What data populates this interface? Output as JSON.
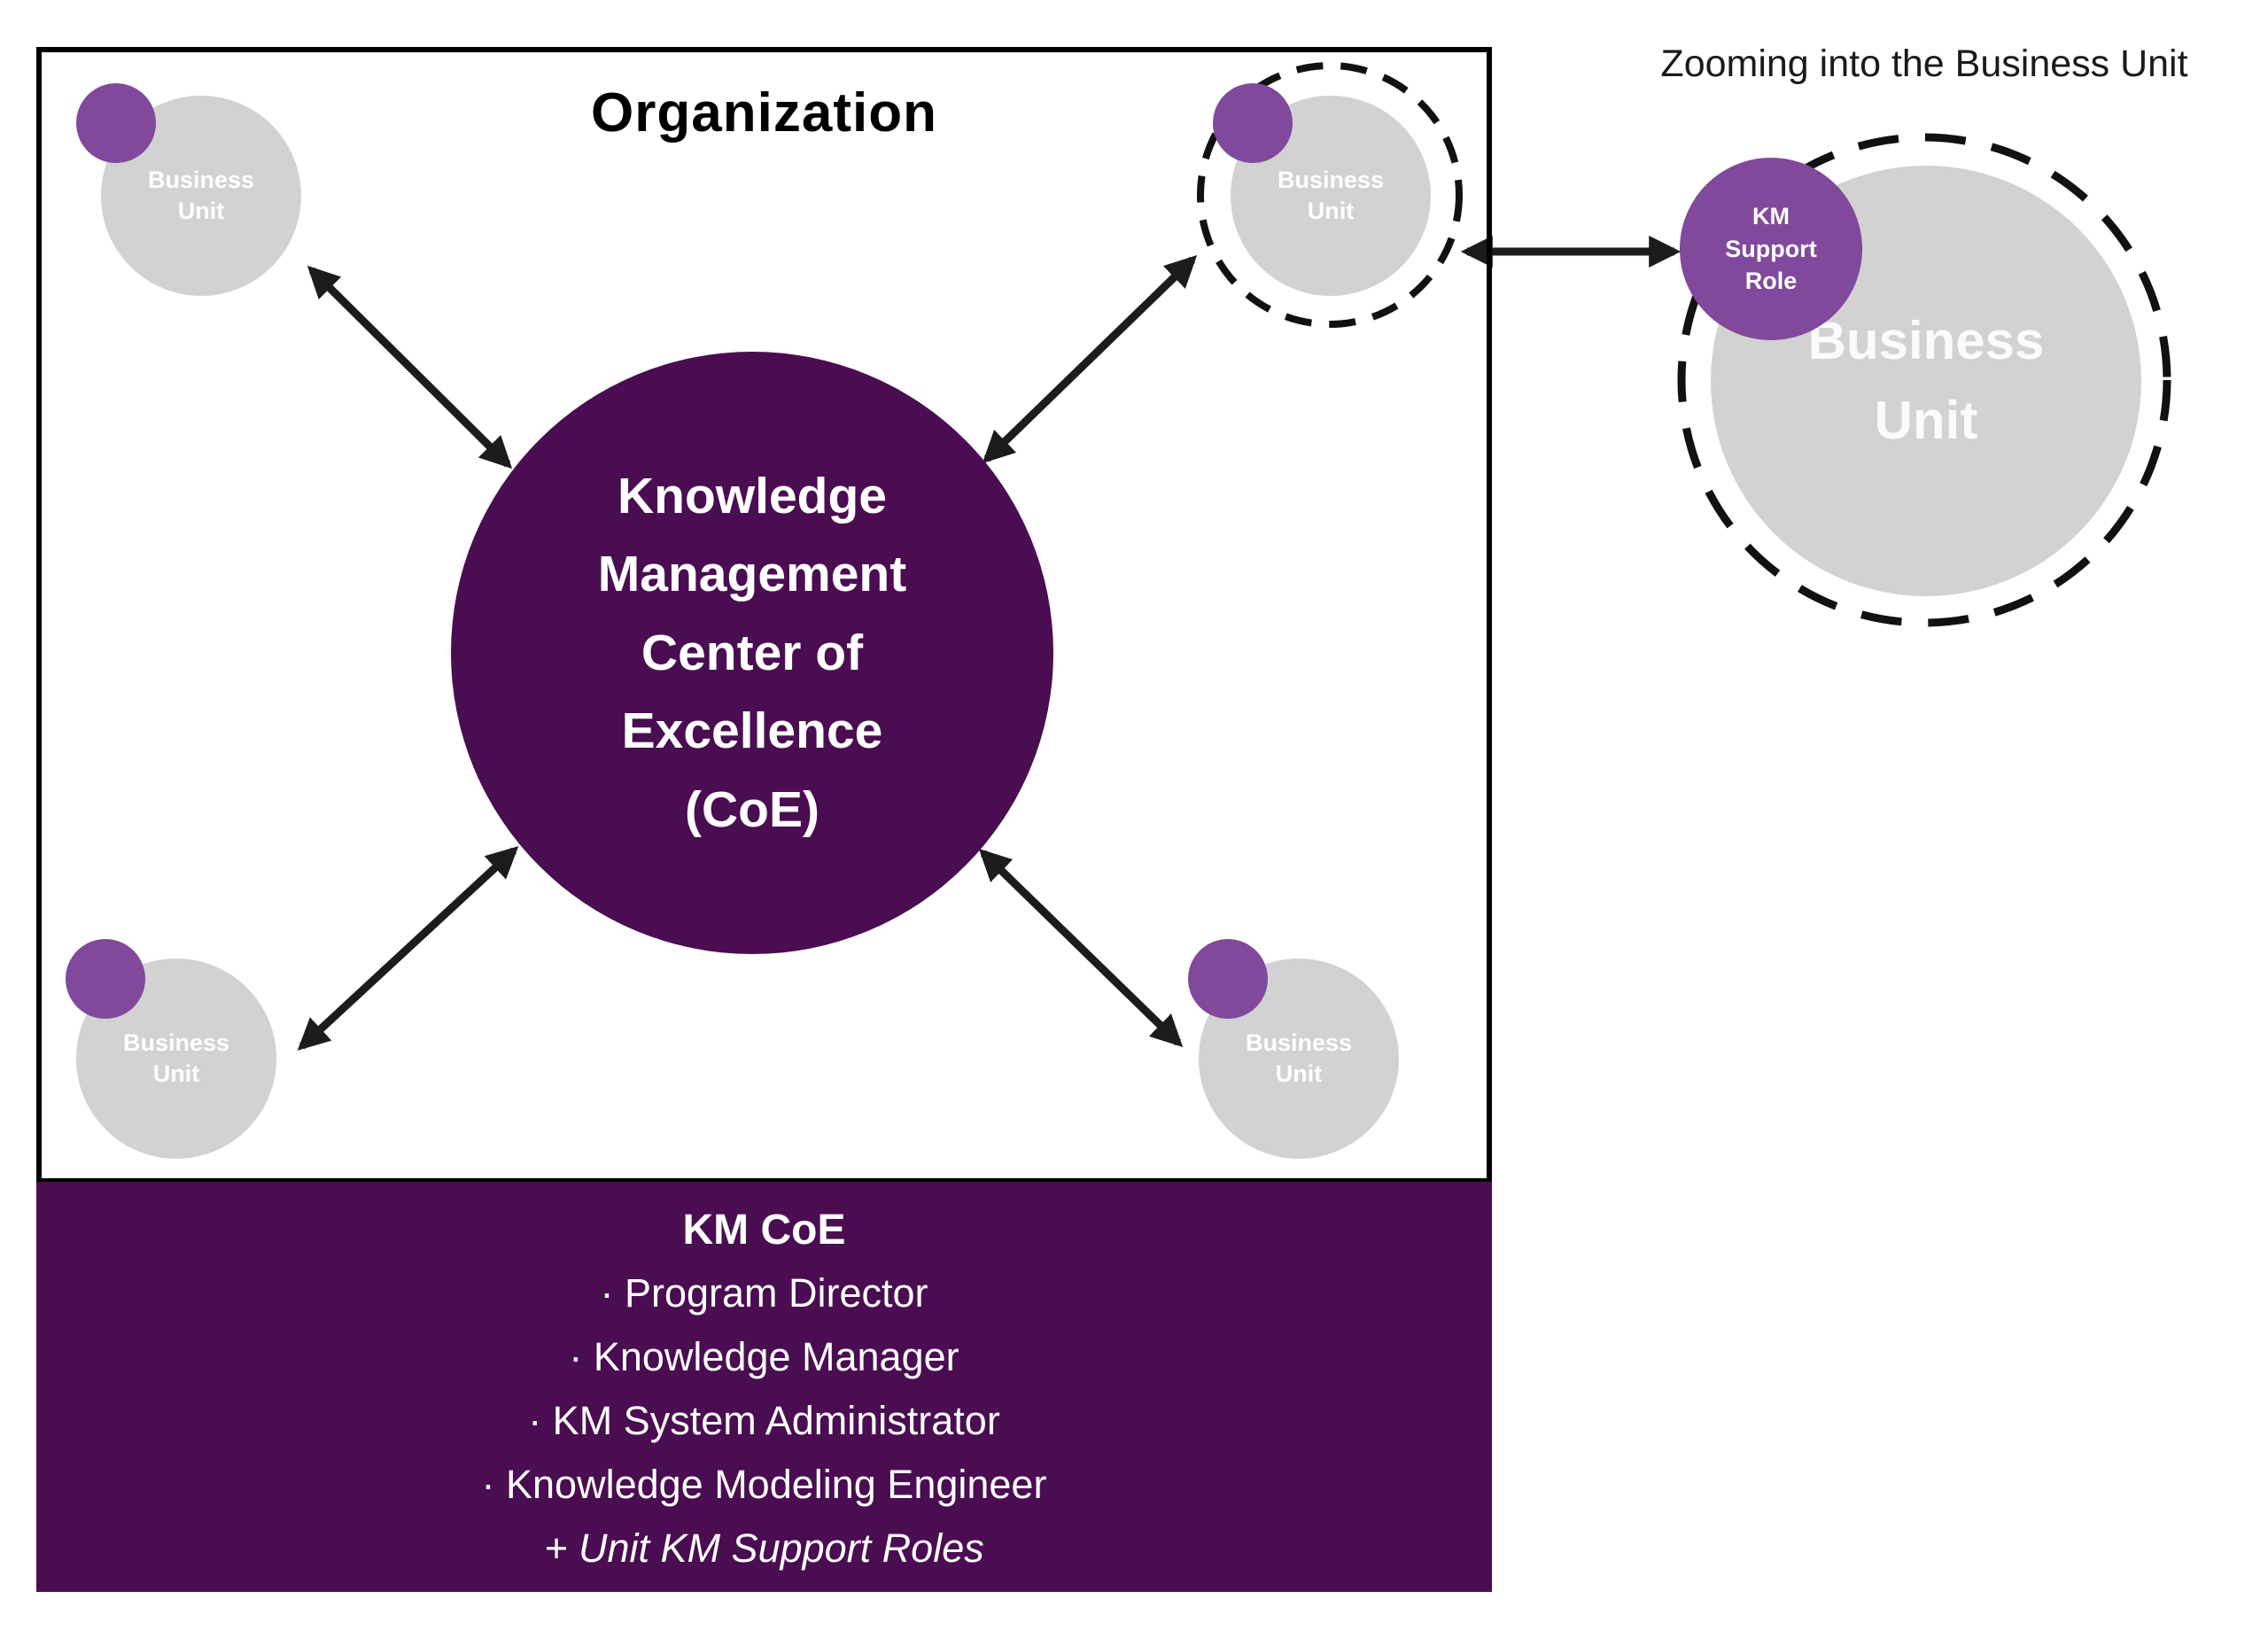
{
  "colors": {
    "dark_purple": "#4A0D51",
    "medium_purple": "#81499B",
    "gray_circle": "#D2D2D2",
    "ink": "#1C1C1C"
  },
  "organization": {
    "title": "Organization",
    "center_circle_label": "Knowledge\nManagement\nCenter of\nExcellence\n(CoE)",
    "business_units": [
      {
        "position": "top-left",
        "label": "Business\nUnit"
      },
      {
        "position": "top-right",
        "label": "Business\nUnit"
      },
      {
        "position": "bottom-left",
        "label": "Business\nUnit"
      },
      {
        "position": "bottom-right",
        "label": "Business\nUnit"
      }
    ]
  },
  "zoom_view": {
    "title": "Zooming into the Business Unit",
    "km_support_role_label": "KM\nSupport\nRole",
    "business_unit_label": "Business\nUnit"
  },
  "km_coe_panel": {
    "title": "KM CoE",
    "items": [
      "· Program Director",
      "· Knowledge Manager",
      "· KM System Administrator",
      "· Knowledge Modeling Engineer"
    ],
    "footer_italic": "+ Unit KM Support Roles"
  }
}
